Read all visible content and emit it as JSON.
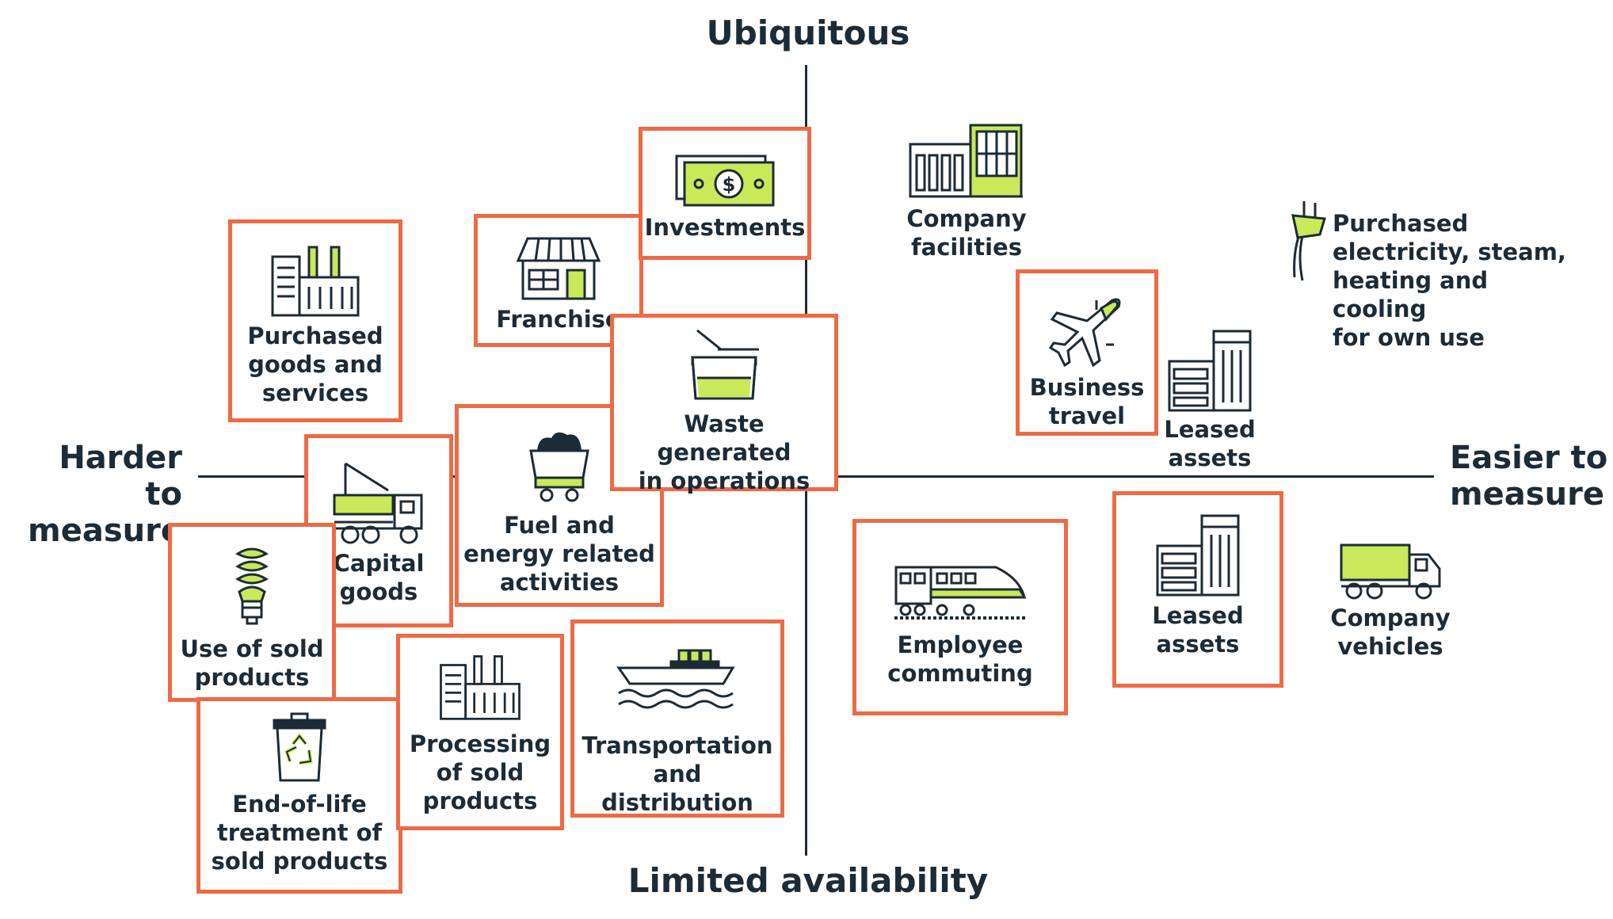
{
  "axes": {
    "top": "Ubiquitous",
    "bottom": "Limited availability",
    "left": "Harder to\nmeasure",
    "right": "Easier to\nmeasure"
  },
  "colors": {
    "highlight_border": "#ee6a45",
    "accent_green": "#c9e85a",
    "ink": "#1c2b36"
  },
  "items": {
    "investments": {
      "label": "Investments",
      "icon": "money-icon",
      "highlighted": true
    },
    "franchise": {
      "label": "Franchise",
      "icon": "storefront-icon",
      "highlighted": true
    },
    "purchased_goods": {
      "label": "Purchased\ngoods and\nservices",
      "icon": "factory-icon",
      "highlighted": true
    },
    "waste": {
      "label": "Waste generated\nin operations",
      "icon": "dumpster-icon",
      "highlighted": true
    },
    "fuel_energy": {
      "label": "Fuel and\nenergy related\nactivities",
      "icon": "coal-cart-icon",
      "highlighted": true
    },
    "capital_goods": {
      "label": "Capital\ngoods",
      "icon": "crane-truck-icon",
      "highlighted": true
    },
    "use_sold": {
      "label": "Use of sold\nproducts",
      "icon": "lightbulb-icon",
      "highlighted": true
    },
    "end_of_life": {
      "label": "End-of-life\ntreatment of\nsold products",
      "icon": "recycle-bin-icon",
      "highlighted": true
    },
    "processing": {
      "label": "Processing\nof sold\nproducts",
      "icon": "factory-icon",
      "highlighted": true
    },
    "transport": {
      "label": "Transportation\nand\ndistribution",
      "icon": "ship-icon",
      "highlighted": true
    },
    "company_facilities": {
      "label": "Company\nfacilities",
      "icon": "buildings-icon",
      "highlighted": false
    },
    "purchased_electricity": {
      "label": "Purchased\nelectricity, steam,\nheating and cooling\nfor own use",
      "icon": "plug-icon",
      "highlighted": false
    },
    "business_travel": {
      "label": "Business\ntravel",
      "icon": "airplane-icon",
      "highlighted": true
    },
    "leased_assets_up": {
      "label": "Leased\nassets",
      "icon": "office-building-icon",
      "highlighted": false
    },
    "employee_commuting": {
      "label": "Employee\ncommuting",
      "icon": "train-icon",
      "highlighted": true
    },
    "leased_assets_down": {
      "label": "Leased\nassets",
      "icon": "office-building-icon",
      "highlighted": true
    },
    "company_vehicles": {
      "label": "Company\nvehicles",
      "icon": "truck-icon",
      "highlighted": false
    }
  }
}
